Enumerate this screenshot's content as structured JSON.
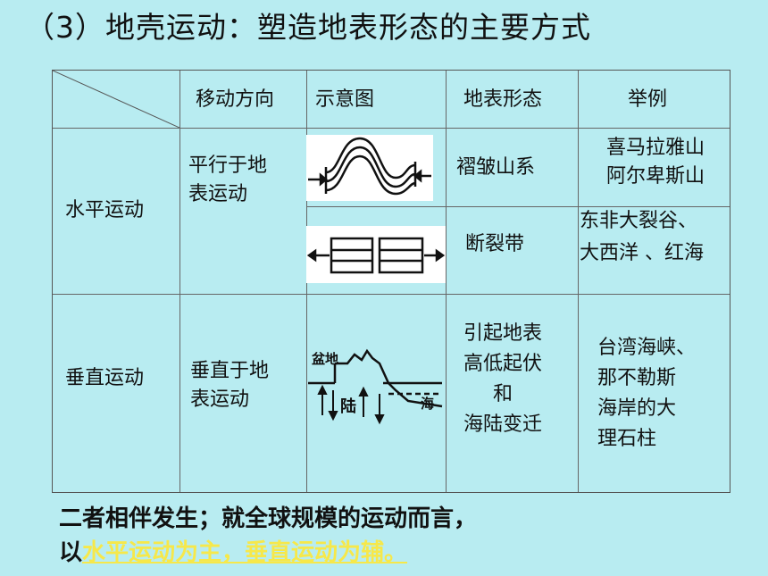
{
  "title": "（3）地壳运动：塑造地表形态的主要方式",
  "table": {
    "headers": [
      "移动方向",
      "示意图",
      "地表形态",
      "举例"
    ],
    "rows": {
      "horizontal": {
        "type": "水平运动",
        "direction": [
          "平行于地",
          "表运动"
        ],
        "sub": [
          {
            "form": "褶皱山系",
            "examples": [
              "喜马拉雅山",
              "阿尔卑斯山"
            ]
          },
          {
            "form": "断裂带",
            "examples": [
              "东非大裂谷、",
              "大西洋 、红海"
            ]
          }
        ]
      },
      "vertical": {
        "type": "垂直运动",
        "direction": [
          "垂直于地",
          "表运动"
        ],
        "form": [
          "引起地表",
          "高低起伏",
          "和",
          "海陆变迁"
        ],
        "examples": [
          "台湾海峡、",
          "那不勒斯",
          "海岸的大",
          "理石柱"
        ],
        "diagram_labels": {
          "basin": "盆地",
          "land": "陆",
          "sea": "海"
        }
      }
    }
  },
  "footer": {
    "line1": "二者相伴发生；就全球规模的运动而言，",
    "line2_prefix": "以",
    "line2_highlight": "水平运动为主，垂直运动为辅。"
  },
  "colors": {
    "background": "#b8ecf1",
    "highlight": "#f6e84a",
    "text": "#111111"
  }
}
